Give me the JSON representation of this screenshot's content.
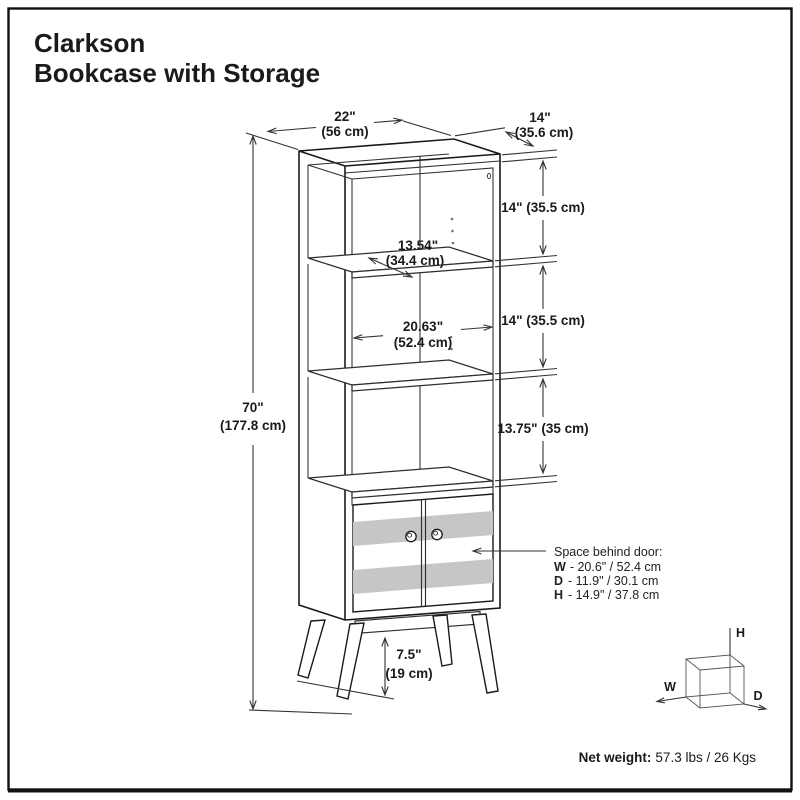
{
  "title": {
    "line1": "Clarkson",
    "line2": "Bookcase with Storage"
  },
  "dims": {
    "top_width_in": "22\"",
    "top_width_cm": "(56 cm)",
    "top_depth_in": "14\"",
    "top_depth_cm": "(35.6 cm)",
    "opening1": "14\" (35.5 cm)",
    "opening2": "14\" (35.5 cm)",
    "opening3": "13.75\" (35 cm)",
    "shelf_depth_in": "13.54\"",
    "shelf_depth_cm": "(34.4 cm)",
    "interior_width_in": "20.63\"",
    "interior_width_cm": "(52.4 cm)",
    "height_in": "70\"",
    "height_cm": "(177.8 cm)",
    "leg_in": "7.5\"",
    "leg_cm": "(19 cm)"
  },
  "door_note": {
    "heading": "Space behind door:",
    "rows": [
      {
        "label": "W",
        "value": "- 20.6\" / 52.4 cm"
      },
      {
        "label": "D",
        "value": "- 11.9\" / 30.1 cm"
      },
      {
        "label": "H",
        "value": "- 14.9\" / 37.8 cm"
      }
    ]
  },
  "axes": {
    "h": "H",
    "w": "W",
    "d": "D"
  },
  "footer": {
    "label": "Net weight:",
    "value": "57.3 lbs / 26 Kgs"
  },
  "colors": {
    "ink": "#1a1a1a",
    "dim_line": "#333333",
    "stripe": "#c6c6c6",
    "background": "#ffffff"
  }
}
